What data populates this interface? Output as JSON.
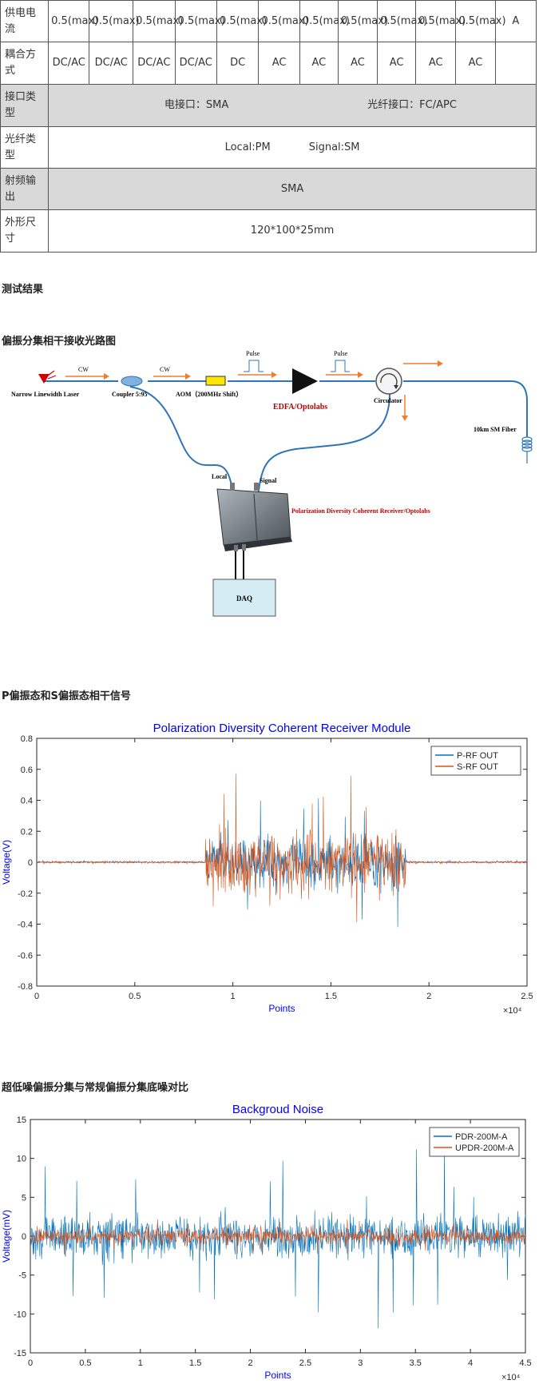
{
  "spec_table": {
    "rows": [
      {
        "label": "供电电流",
        "cells": [
          "0.5(max)",
          "0.5(max)",
          "0.5(max)",
          "0.5(max)",
          "0.5(max)",
          "0.5(max)",
          "0.5(max)",
          "0.5(max)",
          "0.5(max)",
          "0.5(max)",
          "0.5(max)",
          "A"
        ]
      },
      {
        "label": "耦合方式",
        "cells": [
          "DC/AC",
          "DC/AC",
          "DC/AC",
          "DC/AC",
          "DC",
          "AC",
          "AC",
          "AC",
          "AC",
          "AC",
          "AC",
          ""
        ]
      }
    ],
    "interface": {
      "label": "接口类型",
      "elec": "电接口：SMA",
      "fiber": "光纤接口：FC/APC"
    },
    "fiber_type": {
      "label": "光纤类型",
      "local": "Local:PM",
      "signal": "Signal:SM"
    },
    "rf_output": {
      "label": "射频输出",
      "value": "SMA"
    },
    "dimensions": {
      "label": "外形尺寸",
      "value": "120*100*25mm"
    }
  },
  "sections": {
    "results": "测试结果",
    "diagram_title": "偏振分集相干接收光路图",
    "signal_title": "P偏振态和S偏振态相干信号",
    "noise_title": "超低噪偏振分集与常规偏振分集底噪对比"
  },
  "diagram": {
    "laser": "Narrow Linewidth Laser",
    "coupler": "Coupler 5:95",
    "aom": "AOM（200MHz Shift）",
    "edfa": "EDFA/Optolabs",
    "circulator": "Circulator",
    "fiber": "10km SM Fiber",
    "local": "Local",
    "signal": "Signal",
    "receiver": "Polarization Diversity Coherent Receiver/Optolabs",
    "daq": "DAQ",
    "cw1": "CW",
    "cw2": "CW",
    "pulse1": "Pulse",
    "pulse2": "Pulse",
    "colors": {
      "fiber": "#2e75b6",
      "edfa": "#c00000",
      "arrow": "#ed7d31"
    }
  },
  "chart_data": [
    {
      "type": "line",
      "title": "Polarization Diversity Coherent Receiver Module",
      "xlabel": "Points",
      "ylabel": "Voltage(V)",
      "x_exponent_label": "×10⁴",
      "xlim": [
        0,
        2.5
      ],
      "ylim": [
        -0.8,
        0.8
      ],
      "xticks": [
        0,
        0.5,
        1,
        1.5,
        2,
        2.5
      ],
      "xtick_labels": [
        "0",
        "0.5",
        "1",
        "1.5",
        "2",
        "2.5"
      ],
      "yticks": [
        -0.8,
        -0.6,
        -0.4,
        -0.2,
        0,
        0.2,
        0.4,
        0.6,
        0.8
      ],
      "ytick_labels": [
        "-0.8",
        "-0.6",
        "-0.4",
        "-0.2",
        "0",
        "0.2",
        "0.4",
        "0.6",
        "0.8"
      ],
      "legend": "top-right",
      "series": [
        {
          "name": "P-RF OUT",
          "color": "#0072bd",
          "segments": [
            {
              "x_start": 0,
              "x_end": 0.86,
              "peak": 0.01
            },
            {
              "x_start": 0.86,
              "x_end": 1.88,
              "peak": 0.48
            },
            {
              "x_start": 1.88,
              "x_end": 2.5,
              "peak": 0.01
            }
          ]
        },
        {
          "name": "S-RF OUT",
          "color": "#d95319",
          "segments": [
            {
              "x_start": 0,
              "x_end": 0.86,
              "peak": 0.015
            },
            {
              "x_start": 0.86,
              "x_end": 1.88,
              "peak": 0.6
            },
            {
              "x_start": 1.88,
              "x_end": 2.5,
              "peak": 0.015
            }
          ]
        }
      ]
    },
    {
      "type": "line",
      "title": "Backgroud Noise",
      "xlabel": "Points",
      "ylabel": "Voltage(mV)",
      "x_exponent_label": "×10⁴",
      "xlim": [
        0,
        4.5
      ],
      "ylim": [
        -15,
        15
      ],
      "xticks": [
        0,
        0.5,
        1,
        1.5,
        2,
        2.5,
        3,
        3.5,
        4,
        4.5
      ],
      "xtick_labels": [
        "0",
        "0.5",
        "1",
        "1.5",
        "2",
        "2.5",
        "3",
        "3.5",
        "4",
        "4.5"
      ],
      "yticks": [
        -15,
        -10,
        -5,
        0,
        5,
        10,
        15
      ],
      "ytick_labels": [
        "-15",
        "-10",
        "-5",
        "0",
        "5",
        "10",
        "15"
      ],
      "legend": "top-right",
      "series": [
        {
          "name": "PDR-200M-A",
          "color": "#0072bd",
          "band": 4,
          "peak": 12
        },
        {
          "name": "UPDR-200M-A",
          "color": "#d95319",
          "band": 1.6,
          "peak": 2.5
        }
      ]
    }
  ]
}
